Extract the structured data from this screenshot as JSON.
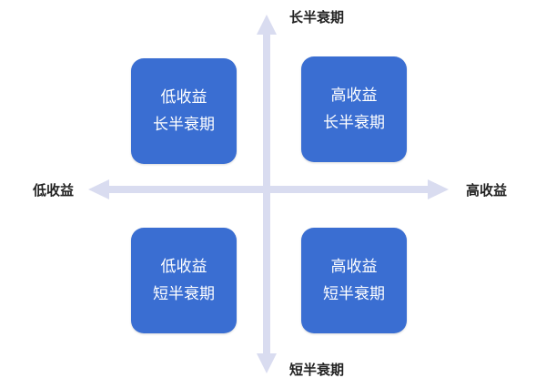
{
  "colors": {
    "axis": "#d9dcf0",
    "box": "#3a6ed2",
    "box_text": "#ffffff",
    "label_text": "#222222"
  },
  "axes": {
    "top": "长半衰期",
    "bottom": "短半衰期",
    "left": "低收益",
    "right": "高收益"
  },
  "quadrants": {
    "top_left": {
      "line1": "低收益",
      "line2": "长半衰期"
    },
    "top_right": {
      "line1": "高收益",
      "line2": "长半衰期"
    },
    "bottom_left": {
      "line1": "低收益",
      "line2": "短半衰期"
    },
    "bottom_right": {
      "line1": "高收益",
      "line2": "短半衰期"
    }
  }
}
